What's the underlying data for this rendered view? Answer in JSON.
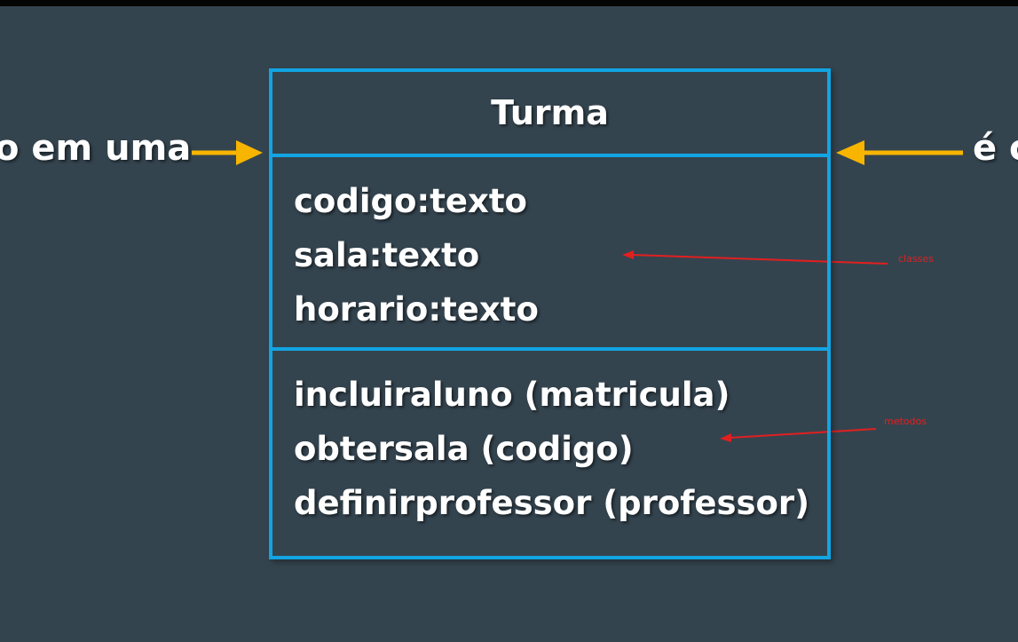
{
  "slide": {
    "left_caption": "o em uma",
    "right_caption": "é c"
  },
  "uml_class": {
    "name": "Turma",
    "attributes": [
      "codigo:texto",
      "sala:texto",
      "horario:texto"
    ],
    "methods": [
      "incluiraluno (matricula)",
      "obtersala (codigo)",
      "definirprofessor (professor)"
    ]
  },
  "annotations": {
    "attributes_note": "classes",
    "methods_note": "metodos"
  },
  "colors": {
    "background": "#34444f",
    "box_border": "#12a4e3",
    "pointer_arrow": "#f7b500",
    "annotation": "#e21f1f"
  }
}
